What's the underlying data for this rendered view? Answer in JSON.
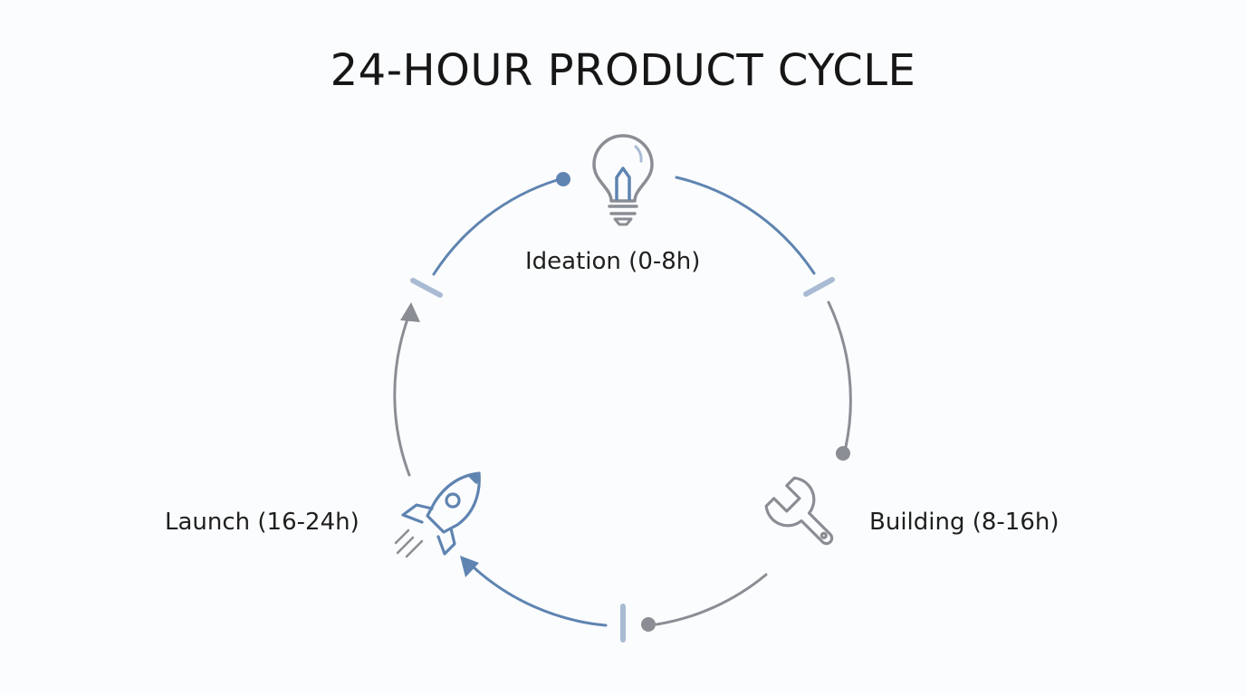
{
  "title": "24-HOUR PRODUCT CYCLE",
  "stages": [
    {
      "label": "Ideation (0-8h)",
      "icon": "lightbulb-icon"
    },
    {
      "label": "Building (8-16h)",
      "icon": "wrench-icon"
    },
    {
      "label": "Launch (16-24h)",
      "icon": "rocket-icon"
    }
  ],
  "colors": {
    "blue": "#5f84b1",
    "gray": "#8a8e94",
    "light_blue": "#a9bbd3",
    "text": "#1c1c1c"
  }
}
